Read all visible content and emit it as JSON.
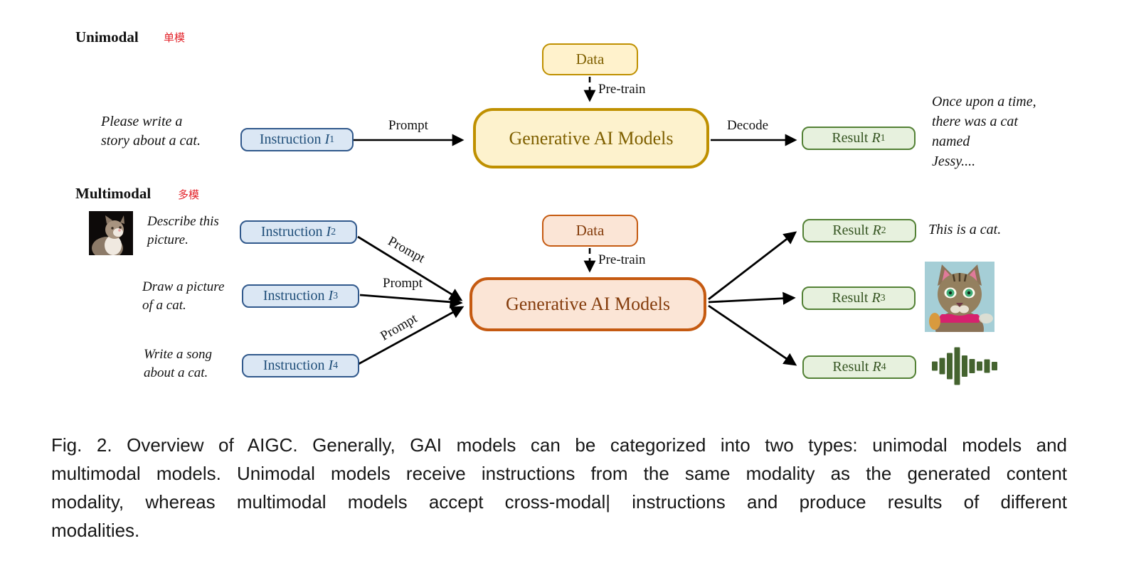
{
  "figure": {
    "unimodal": {
      "heading": "Unimodal",
      "heading_zh": "单模",
      "input_lines": [
        "Please write a",
        "story about a cat."
      ],
      "instruction": {
        "label": "Instruction",
        "symbol": "I",
        "sub": "1"
      },
      "prompt": "Prompt",
      "data": "Data",
      "pretrain": "Pre-train",
      "model": "Generative AI Models",
      "decode": "Decode",
      "result": {
        "label": "Result",
        "symbol": "R",
        "sub": "1"
      },
      "output_lines": [
        "Once upon a time,",
        "there was a cat",
        "named",
        "Jessy...."
      ]
    },
    "multimodal": {
      "heading": "Multimodal",
      "heading_zh": "多模",
      "data": "Data",
      "pretrain": "Pre-train",
      "model": "Generative AI Models",
      "rows": [
        {
          "input_lines": [
            "Describe this",
            "picture."
          ],
          "instruction": {
            "label": "Instruction",
            "symbol": "I",
            "sub": "2"
          },
          "prompt": "Prompt",
          "result": {
            "label": "Result",
            "symbol": "R",
            "sub": "2"
          },
          "output_text": "This is a cat."
        },
        {
          "input_lines": [
            "Draw a picture",
            "of a cat."
          ],
          "instruction": {
            "label": "Instruction",
            "symbol": "I",
            "sub": "3"
          },
          "prompt": "Prompt",
          "result": {
            "label": "Result",
            "symbol": "R",
            "sub": "3"
          },
          "output_icon": "generated-cat-image"
        },
        {
          "input_lines": [
            "Write a song",
            "about a cat."
          ],
          "instruction": {
            "label": "Instruction",
            "symbol": "I",
            "sub": "4"
          },
          "prompt": "Prompt",
          "result": {
            "label": "Result",
            "symbol": "R",
            "sub": "4"
          },
          "output_icon": "audio-waveform-icon"
        }
      ],
      "input_icon": "cat-photo"
    },
    "colors": {
      "instruction_fill": "#dbe7f4",
      "instruction_border": "#31598c",
      "instruction_text": "#1f4e79",
      "unimodal_fill": "#fff2cc",
      "unimodal_border": "#bf9000",
      "unimodal_text": "#7f6000",
      "multimodal_fill": "#fbe5d6",
      "multimodal_border": "#c55a11",
      "multimodal_text": "#843c0c",
      "result_fill": "#e7f1de",
      "result_border": "#538135",
      "result_text": "#375623",
      "annotation_red": "#e3242b",
      "audio_green": "#44632f",
      "arrow_black": "#000000"
    }
  },
  "caption": {
    "lines": [
      "Fig. 2.  Overview of AIGC. Generally, GAI models can be categorized into two types: unimodal models and",
      "multimodal models. Unimodal models receive instructions from the same modality as the generated content",
      "modality, whereas multimodal models accept cross-modal| instructions and produce results of different",
      "modalities."
    ]
  }
}
